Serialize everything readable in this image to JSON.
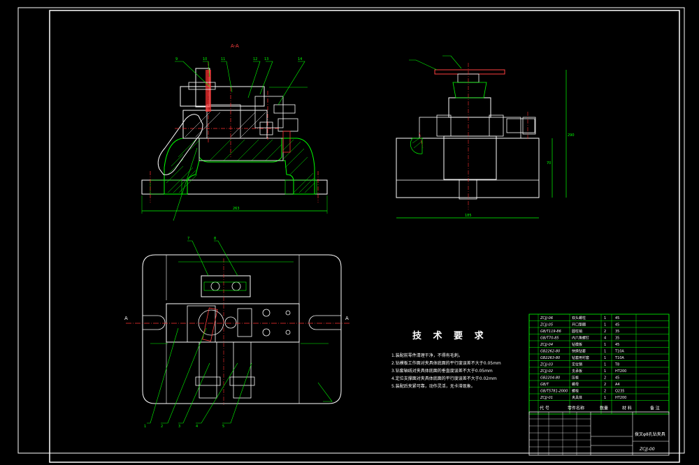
{
  "section_label": "A-A",
  "cut_label_left": "A",
  "cut_label_right": "A",
  "tech_requirements": {
    "title": "技 术 要 求",
    "items": [
      "1.装配前零件清理干净，不得有毛刺。",
      "2.钻模板工作面对夹具体底面的平行度误差不大于0.05mm",
      "3.钻套轴线对夹具体底面的垂直度误差不大于0.05mm",
      "4.定位支撑面对夹具体底面的平行度误差不大于0.02mm",
      "5.装配后夹紧可靠，动作灵活，无卡滞现象。"
    ]
  },
  "bom": {
    "rows": [
      [
        "ZCJJ-06",
        "双头螺柱",
        "1",
        "45"
      ],
      [
        "ZCJJ-05",
        "开口垫圈",
        "1",
        "45"
      ],
      [
        "GB/T119-86",
        "圆柱销",
        "2",
        "35"
      ],
      [
        "GB/T70-85",
        "内六角螺钉",
        "4",
        "35"
      ],
      [
        "ZCJJ-04",
        "钻模板",
        "1",
        "45"
      ],
      [
        "GB2262-80",
        "快换钻套",
        "1",
        "T10A"
      ],
      [
        "GB2263-80",
        "钻套用衬套",
        "1",
        "T10A"
      ],
      [
        "ZCJJ-03",
        "定位销",
        "1",
        "T8"
      ],
      [
        "ZCJJ-02",
        "支承板",
        "1",
        "HT200"
      ],
      [
        "GB2204-80",
        "压板",
        "2",
        "45"
      ],
      [
        "GB/T",
        "螺母",
        "2",
        "A4"
      ],
      [
        "GB/T5781-2000",
        "螺栓",
        "2",
        "Q235"
      ],
      [
        "ZCJJ-01",
        "夹具体",
        "1",
        "HT200"
      ]
    ],
    "header": [
      "代 号",
      "零件名称",
      "数量",
      "材 料",
      "备 注"
    ]
  },
  "title_block": {
    "drawing_name": "拨叉φ8孔钻夹具",
    "drawing_no": "ZCJJ-00"
  },
  "dims": {
    "front_width": "263",
    "side_width": "185",
    "side_height": "290",
    "side_height2": "70"
  },
  "leaders_top": [
    "9",
    "10",
    "11",
    "12",
    "13",
    "14"
  ],
  "leaders_bottom": [
    "1",
    "2",
    "3",
    "4",
    "5",
    "7",
    "8"
  ]
}
